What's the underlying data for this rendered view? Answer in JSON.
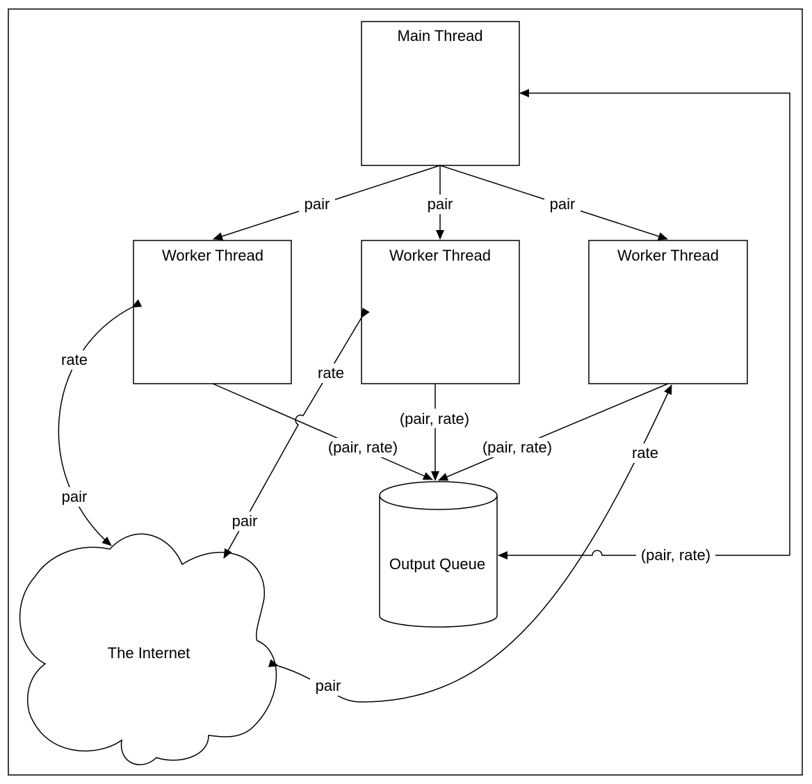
{
  "nodes": {
    "main_thread": "Main Thread",
    "worker_left": "Worker Thread",
    "worker_center": "Worker Thread",
    "worker_right": "Worker Thread",
    "output_queue": "Output Queue",
    "internet": "The Internet"
  },
  "edges": {
    "main_to_worker_left": "pair",
    "main_to_worker_center": "pair",
    "main_to_worker_right": "pair",
    "internet_to_worker_left": "rate",
    "worker_left_to_internet": "pair",
    "internet_to_worker_center": "rate",
    "worker_center_to_internet": "pair",
    "worker_left_to_queue": "(pair, rate)",
    "worker_center_to_queue": "(pair, rate)",
    "worker_right_to_queue": "(pair, rate)",
    "internet_to_worker_right": "rate",
    "worker_right_to_internet": "pair",
    "queue_to_main": "(pair, rate)"
  }
}
